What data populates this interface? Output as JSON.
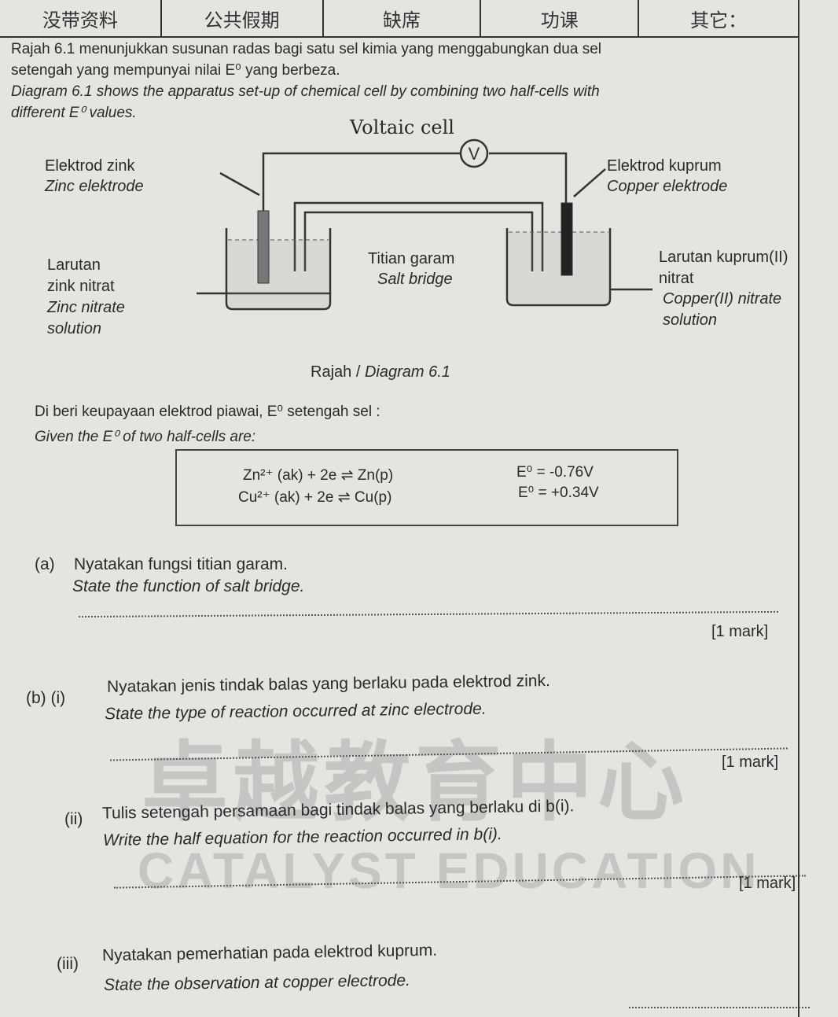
{
  "header": {
    "cells": [
      "没带资料",
      "公共假期",
      "缺席",
      "功课",
      "其它："
    ]
  },
  "intro": {
    "malay_line1": "Rajah 6.1 menunjukkan susunan radas bagi satu sel kimia yang menggabungkan dua sel",
    "malay_line2": "setengah yang mempunyai nilai E⁰ yang berbeza.",
    "english_line1": "Diagram 6.1 shows the apparatus set-up of chemical cell by combining two half-cells with",
    "english_line2": "different E⁰ values."
  },
  "diagram": {
    "handwritten_note": "Voltaic cell",
    "voltmeter": "V",
    "zinc_electrode_ms": "Elektrod zink",
    "zinc_electrode_en": "Zinc elektrode",
    "copper_electrode_ms": "Elektrod  kuprum",
    "copper_electrode_en": "Copper elektrode",
    "zinc_solution_ms_1": "Larutan",
    "zinc_solution_ms_2": "zink nitrat",
    "zinc_solution_en_1": "Zinc nitrate",
    "zinc_solution_en_2": "solution",
    "salt_bridge_ms": "Titian garam",
    "salt_bridge_en": "Salt bridge",
    "copper_solution_ms_1": "Larutan kuprum(II)",
    "copper_solution_ms_2": "nitrat",
    "copper_solution_en_1": "Copper(II) nitrate",
    "copper_solution_en_2": "solution",
    "caption_ms": "Rajah / ",
    "caption_en": "Diagram 6.1"
  },
  "given": {
    "malay": "Di beri keupayaan elektrod piawai, E⁰ setengah sel :",
    "english": "Given the E⁰ of two half-cells are:",
    "equations": [
      {
        "reaction": "Zn²⁺ (ak)  +  2e ⇌ Zn(p)",
        "potential": "E⁰  = -0.76V"
      },
      {
        "reaction": "Cu²⁺ (ak)  +  2e ⇌ Cu(p)",
        "potential": "E⁰  = +0.34V"
      }
    ]
  },
  "questions": {
    "a": {
      "label": "(a)",
      "malay": "Nyatakan fungsi titian garam.",
      "english": "State the function of salt bridge.",
      "mark": "[1 mark]"
    },
    "b_i": {
      "label": "(b)  (i)",
      "malay": "Nyatakan jenis tindak balas yang berlaku pada elektrod zink.",
      "english": "State the type of reaction occurred at zinc electrode.",
      "mark": "[1 mark]"
    },
    "b_ii": {
      "label": "(ii)",
      "malay": "Tulis setengah persamaan bagi tindak balas yang berlaku di b(i).",
      "english": "Write the half equation for the reaction occurred in b(i).",
      "mark": "[1 mark]"
    },
    "b_iii": {
      "label": "(iii)",
      "malay": "Nyatakan pemerhatian pada elektrod kuprum.",
      "english": "State the observation at copper electrode."
    }
  },
  "watermark": {
    "chinese": "卓越教育中心",
    "english": "CATALYST EDUCATION"
  }
}
